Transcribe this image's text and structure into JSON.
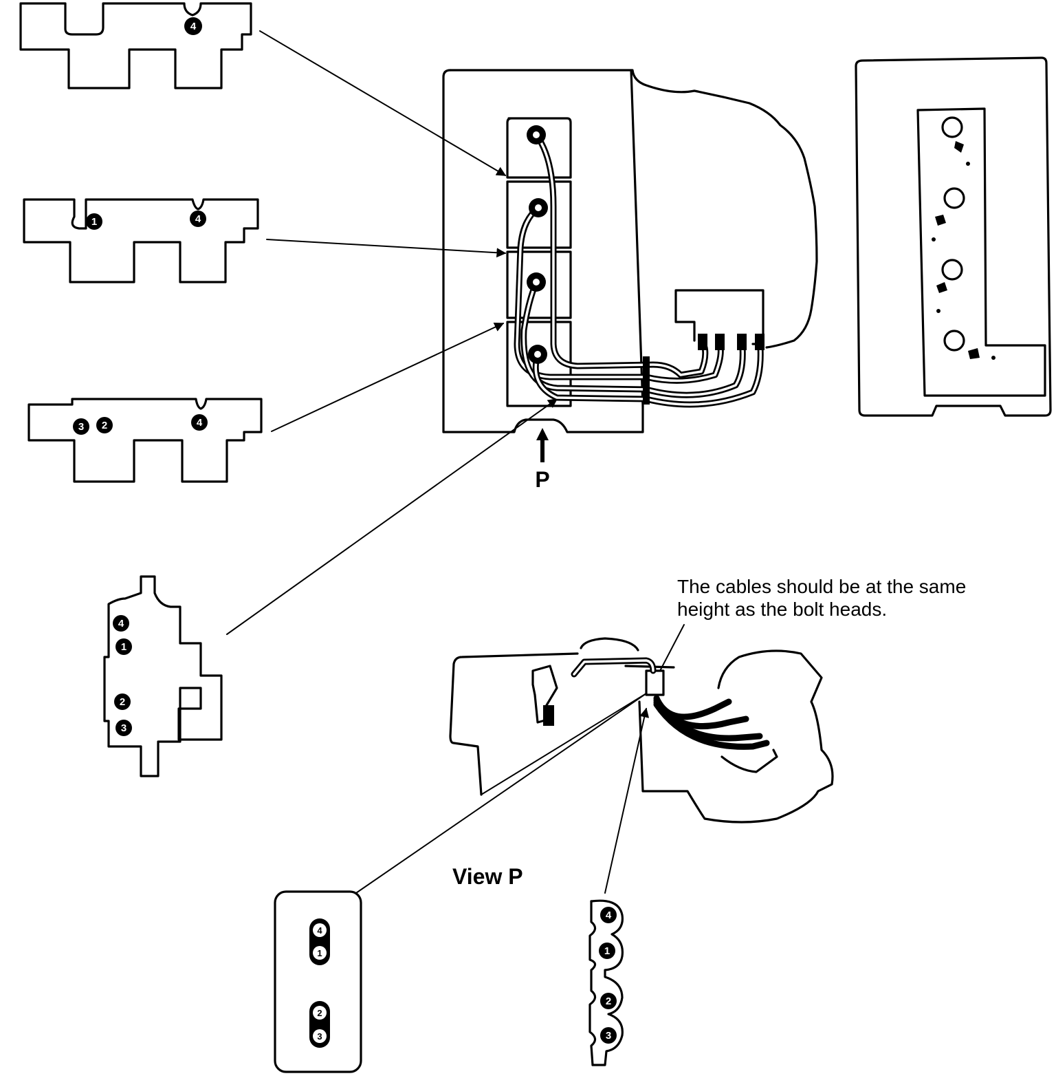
{
  "callout_note": {
    "line1": "The cables should be at the same",
    "line2": "height as the bolt heads."
  },
  "view_arrow_label": "P",
  "view_title": "View  P",
  "marker_numbers": {
    "bracket_a": [
      "4"
    ],
    "bracket_b": [
      "1",
      "4"
    ],
    "bracket_c": [
      "3",
      "2",
      "4"
    ],
    "bracket_d": [
      "4",
      "1",
      "2",
      "3"
    ],
    "lower_clip": [
      "4",
      "1",
      "2",
      "3"
    ],
    "coil_stack": [
      "4",
      "1",
      "2",
      "3"
    ]
  }
}
